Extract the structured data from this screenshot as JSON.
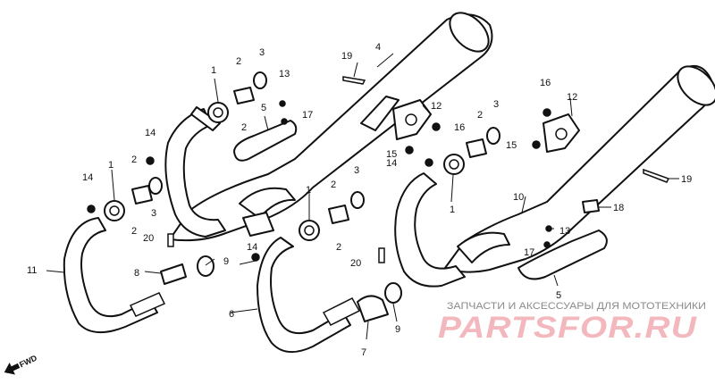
{
  "callouts": {
    "c1a": "1",
    "c1b": "1",
    "c1c": "1",
    "c1d": "1",
    "c2a": "2",
    "c2b": "2",
    "c2c": "2",
    "c2d": "2",
    "c2e": "2",
    "c2f": "2",
    "c2g": "2",
    "c3a": "3",
    "c3b": "3",
    "c3c": "3",
    "c3d": "3",
    "c4": "4",
    "c5a": "5",
    "c5b": "5",
    "c6": "6",
    "c7": "7",
    "c8": "8",
    "c9a": "9",
    "c9b": "9",
    "c10": "10",
    "c11": "11",
    "c12a": "12",
    "c12b": "12",
    "c13a": "13",
    "c13b": "13",
    "c14a": "14",
    "c14b": "14",
    "c14c": "14",
    "c14d": "14",
    "c15a": "15",
    "c15b": "15",
    "c16a": "16",
    "c16b": "16",
    "c17a": "17",
    "c17b": "17",
    "c18": "18",
    "c19a": "19",
    "c19b": "19",
    "c20a": "20",
    "c20b": "20"
  },
  "fwd_label": "FWD",
  "watermark": {
    "caption": "ЗАПЧАСТИ И АКСЕССУАРЫ ДЛЯ МОТОТЕХНИКИ",
    "logo": "PARTSFOR.RU"
  }
}
